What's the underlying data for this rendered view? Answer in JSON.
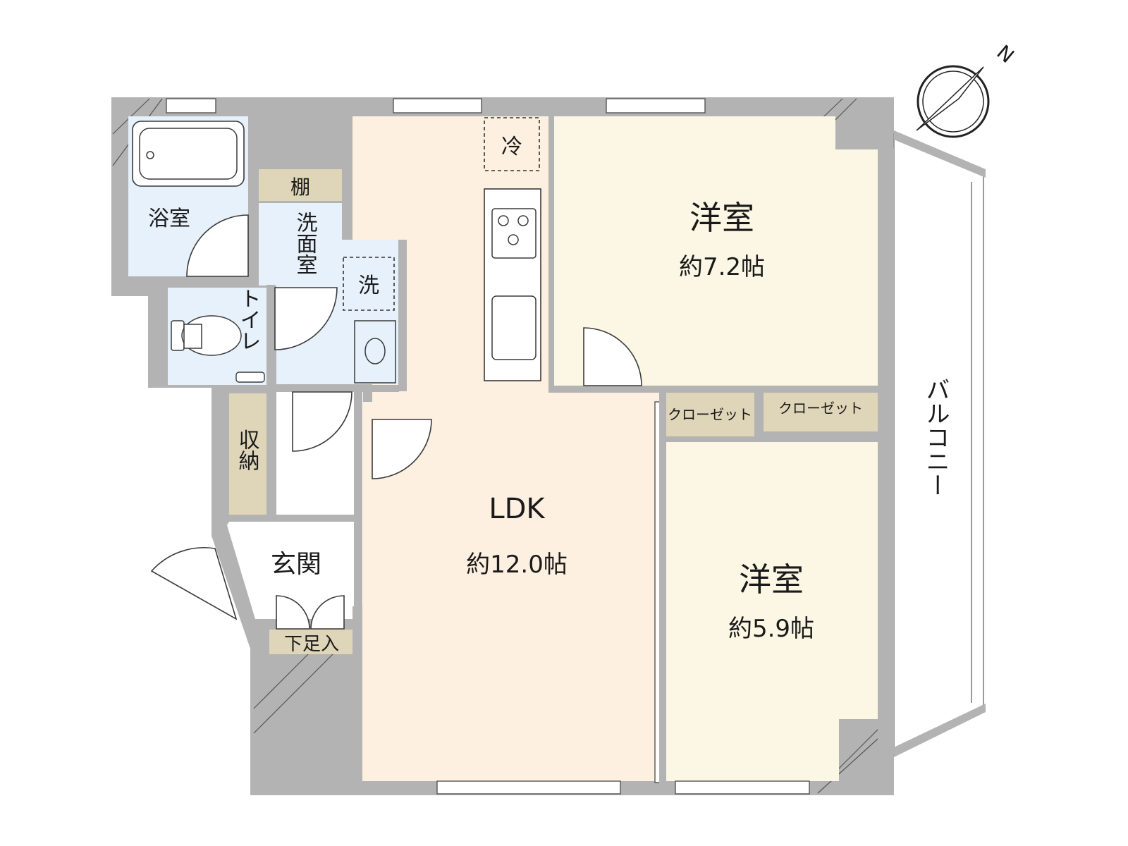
{
  "rooms": {
    "ldk": {
      "name": "LDK",
      "size": "約12.0帖"
    },
    "bedroom_1": {
      "name": "洋室",
      "size": "約7.2帖"
    },
    "bedroom_2": {
      "name": "洋室",
      "size": "約5.9帖"
    },
    "bath": {
      "name": "浴室"
    },
    "washroom": {
      "name": "洗面室"
    },
    "toilet": {
      "name": "トイレ"
    },
    "entrance": {
      "name": "玄関"
    },
    "storage": {
      "name": "収納"
    },
    "shoe_box": {
      "name": "下足入"
    },
    "shelf": {
      "name": "棚"
    },
    "closet_1": {
      "name": "クローゼット"
    },
    "closet_2": {
      "name": "クローゼット"
    },
    "balcony": {
      "name": "バルコニー"
    }
  },
  "appliances": {
    "fridge": "冷",
    "washer": "洗"
  },
  "compass": {
    "north": "N"
  },
  "colors": {
    "wall": "#b3b3b3",
    "ldk_floor": "#fdf0e0",
    "bedroom_floor": "#fbf7e4",
    "wet_area": "#e6f1fb",
    "storage": "#dfd5b8",
    "hall": "#ffffff"
  }
}
